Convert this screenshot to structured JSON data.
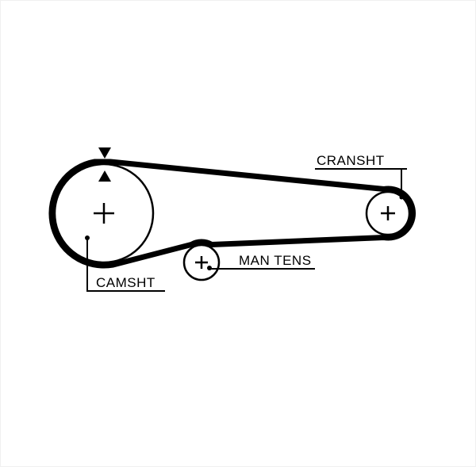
{
  "diagram": {
    "type": "timing-belt-routing-diagram",
    "labels": {
      "crankshaft": "CRANSHT",
      "tensioner": "MAN TENS",
      "camshaft": "CAMSHT"
    },
    "markers": {
      "pulley_center": "+",
      "timing_mark_outer": "down-triangle",
      "timing_mark_inner": "up-triangle"
    },
    "colors": {
      "line": "#000000",
      "background": "#ffffff"
    }
  }
}
